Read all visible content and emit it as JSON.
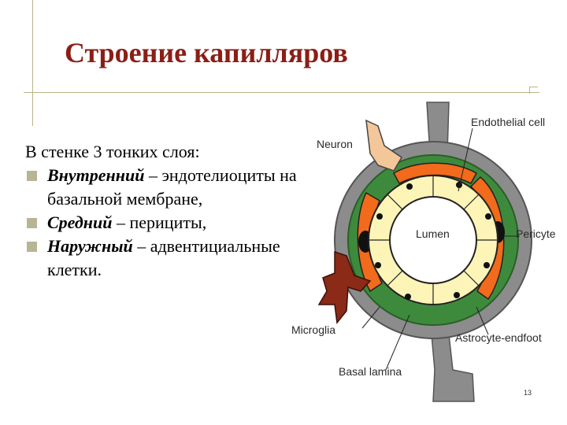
{
  "slide": {
    "title": "Строение капилляров",
    "intro": "В стенке 3 тонких слоя:",
    "bullets": [
      {
        "term": "Внутренний",
        "rest": " – эндотелиоциты на базальной  мембране,"
      },
      {
        "term": "Средний",
        "rest": " – перициты,"
      },
      {
        "term": "Наружный",
        "rest": " – адвентициальные клетки."
      }
    ],
    "page_number": "13"
  },
  "diagram": {
    "labels": {
      "neuron": "Neuron",
      "endothelial": "Endothelial cell",
      "lumen": "Lumen",
      "pericyte": "Pericyte",
      "microglia": "Microglia",
      "astrocyte": "Astrocyte-endfoot",
      "basal": "Basal lamina"
    }
  },
  "colors": {
    "title": "#8b1e16",
    "bullet": "#b7b593",
    "gray": "#8c8c8c",
    "orange": "#f26a1b",
    "green": "#3e8a3c",
    "yellow": "#fdf4b8",
    "neuron_tan": "#f3c79a",
    "microglia_brown": "#8a2a17"
  }
}
